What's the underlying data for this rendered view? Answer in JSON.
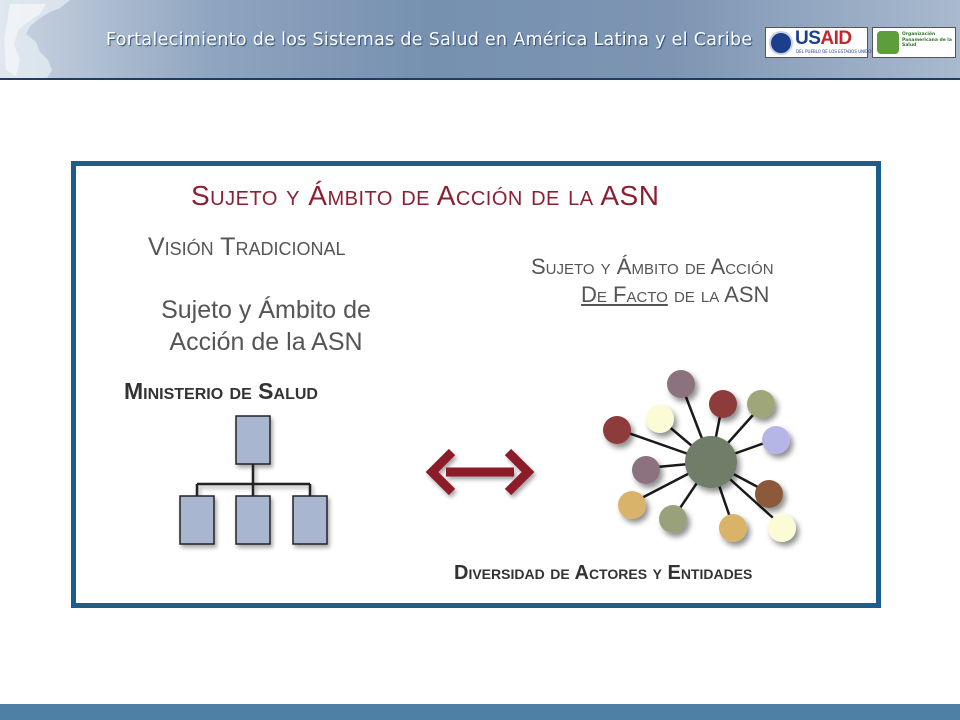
{
  "header": {
    "title": "Fortalecimiento de los Sistemas de Salud en América Latina y el Caribe",
    "logos": {
      "usaid": "USAID",
      "usaid_subtitle": "DEL PUEBLO DE LOS ESTADOS UNIDOS DE AMÉRICA",
      "paho": "Organización Panamericana de la Salud"
    }
  },
  "slide": {
    "title": "Sujeto y Ámbito de Acción de la ASN",
    "left": {
      "heading": "Visión Tradicional",
      "subtitle_line1": "Sujeto y Ámbito de",
      "subtitle_line2": "Acción de la ASN",
      "label": "Ministerio de Salud"
    },
    "right": {
      "heading_line1": "Sujeto y Ámbito de Acción",
      "heading_line2_underlined": "De Facto",
      "heading_line2_rest": " de la ASN",
      "label": "Diversidad de Actores y Entidades"
    }
  },
  "colors": {
    "title": "#8c2032",
    "frame": "#1b5e8c",
    "arrow": "#8c1d2b",
    "org_box": "#a9b6cf",
    "hub": "#6f7d68",
    "bottom_band": "#4e7fa4"
  },
  "icons": [
    "double-arrow-icon",
    "org-chart-icon",
    "network-hub-icon"
  ]
}
